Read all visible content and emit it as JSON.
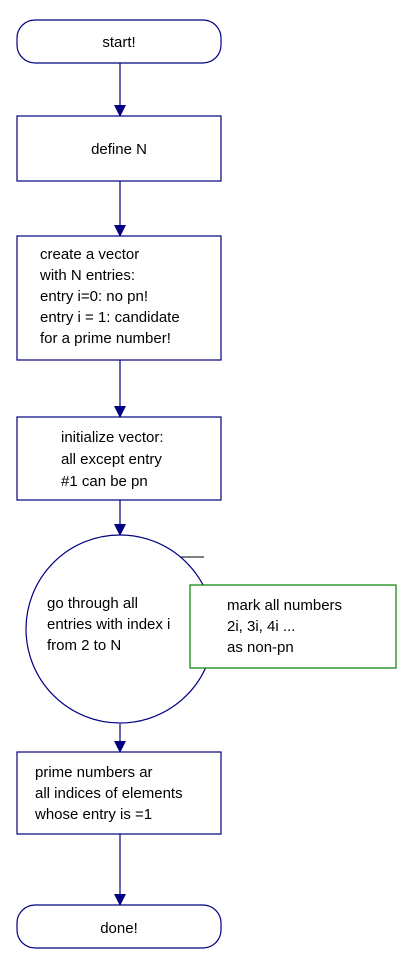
{
  "nodes": {
    "start": {
      "lines": [
        "start!"
      ]
    },
    "define": {
      "lines": [
        "define N"
      ]
    },
    "create": {
      "lines": [
        "create a vector",
        "with N entries:",
        "entry i=0: no pn!",
        "entry i = 1: candidate",
        "for a prime number!"
      ]
    },
    "init": {
      "lines": [
        "initialize vector:",
        "all except entry",
        "#1 can be pn"
      ]
    },
    "loop": {
      "lines": [
        "go through all",
        "entries with index i",
        "from 2 to N"
      ]
    },
    "mark": {
      "lines": [
        "mark all numbers",
        "2i, 3i, 4i ...",
        "as non-pn"
      ]
    },
    "result": {
      "lines": [
        "prime numbers ar",
        "all indices of elements",
        "whose entry is =1"
      ]
    },
    "done": {
      "lines": [
        "done!"
      ]
    }
  },
  "colors": {
    "flow": "#000080",
    "loop_body": "#008000",
    "text": "#000000"
  }
}
